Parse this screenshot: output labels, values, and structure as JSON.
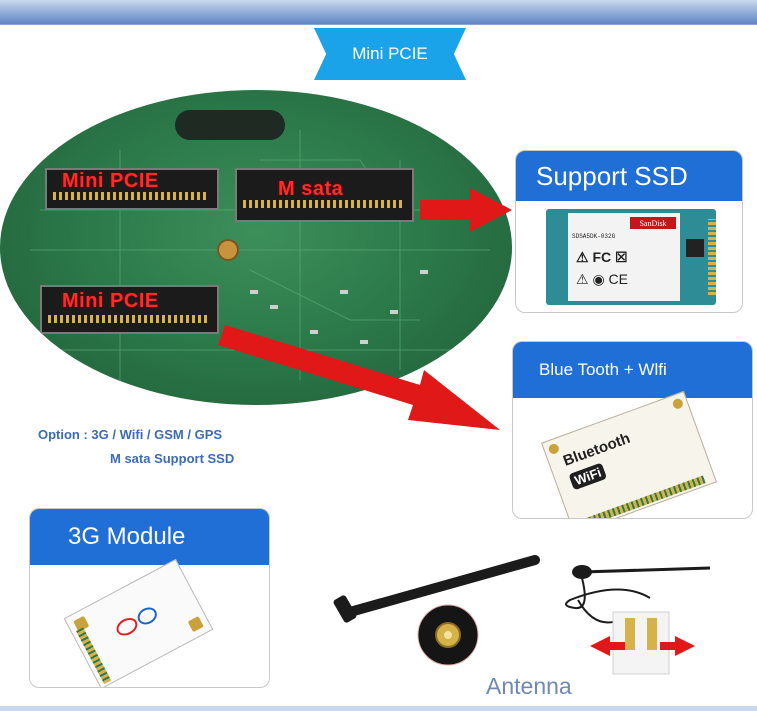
{
  "title": "Mini PCIE",
  "board": {
    "label_top": "Mini PCIE",
    "label_msata": "M sata",
    "label_bottom": "Mini PCIE"
  },
  "ssd": {
    "header": "Support SSD",
    "brand": "SanDisk",
    "model": "SDSA5DK-032G"
  },
  "bt": {
    "header": "Blue Tooth + Wlfi",
    "bluetooth": "Bluetooth",
    "wifi": "WiFi"
  },
  "options": {
    "line1": "Option : 3G / Wifi / GSM / GPS",
    "line2": "M sata Support SSD"
  },
  "g3": {
    "header": "3G Module"
  },
  "antenna": {
    "label": "Antenna"
  },
  "colors": {
    "accent_blue": "#1f6fd6",
    "title_blue": "#1aa3e8",
    "arrow_red": "#e01818",
    "label_red": "#ff2a2a"
  }
}
